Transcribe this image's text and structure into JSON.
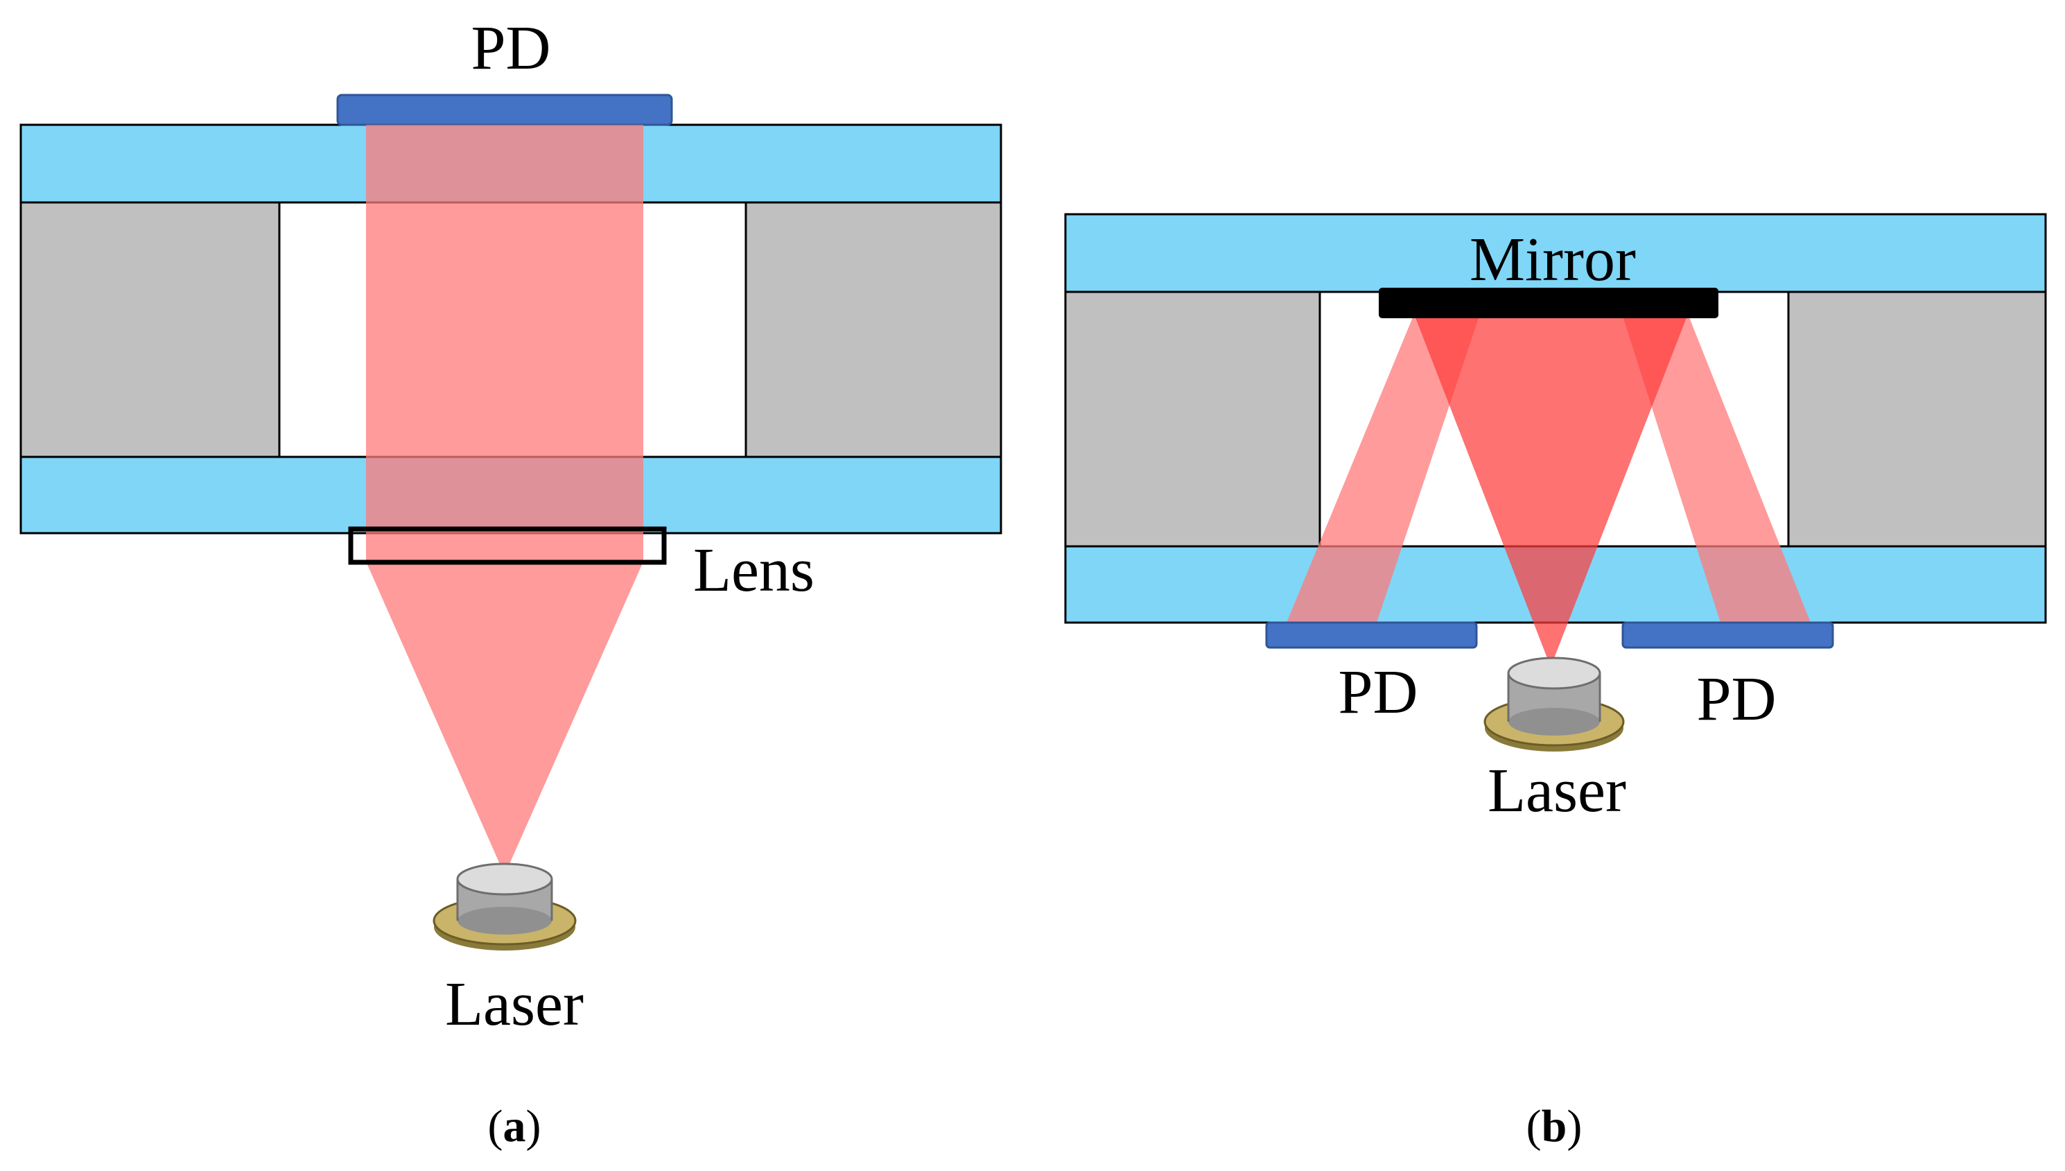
{
  "panel_a": {
    "pd_label": "PD",
    "lens_label": "Lens",
    "laser_label": "Laser",
    "caption_open": "(",
    "caption_letter": "a",
    "caption_close": ")"
  },
  "panel_b": {
    "mirror_label": "Mirror",
    "pd_left_label": "PD",
    "pd_right_label": "PD",
    "laser_label": "Laser",
    "caption_open": "(",
    "caption_letter": "b",
    "caption_close": ")"
  },
  "colors": {
    "glass": "#7fd6f7",
    "spacer": "#c0c0c0",
    "photodiode": "#4472c4",
    "beam": "#ff7a7a",
    "beam_strong": "#ff3c3c",
    "mirror": "#000000",
    "laser_base": "#c9b46a"
  }
}
